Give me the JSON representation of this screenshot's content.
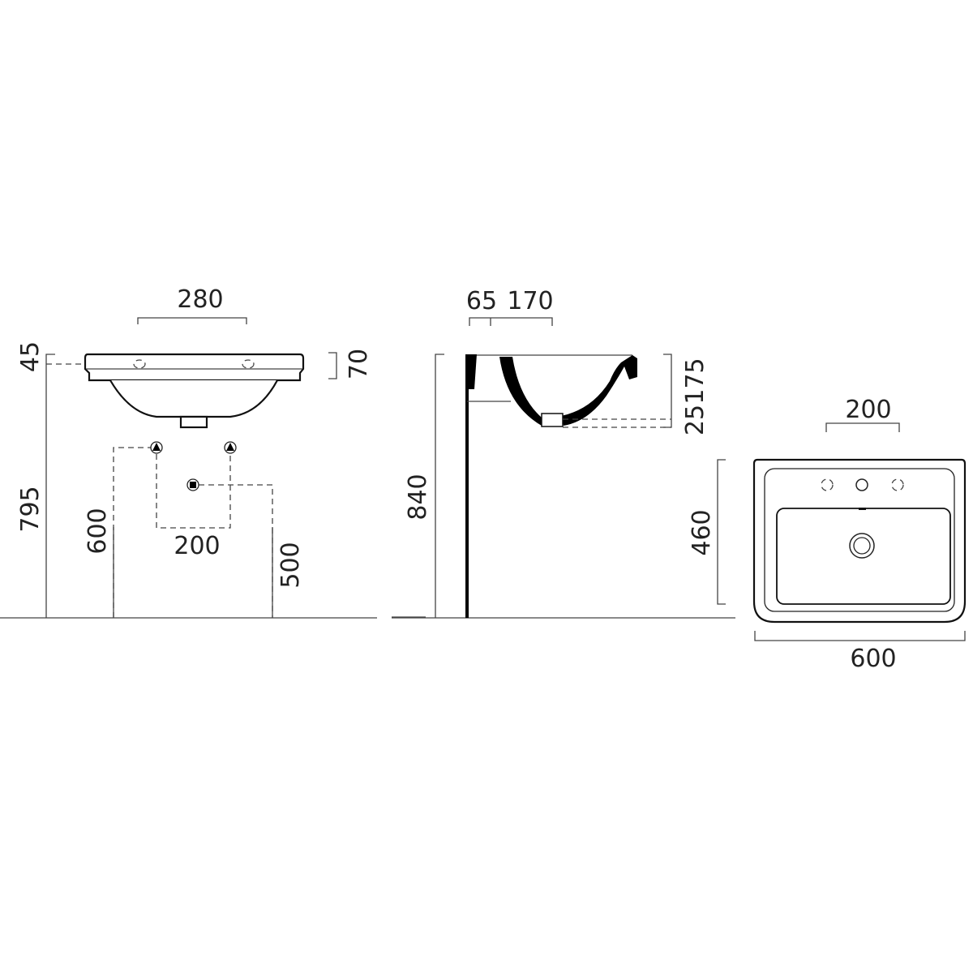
{
  "front_view": {
    "dims": {
      "tap_spacing": "280",
      "tap_height": "45",
      "rim_depth": "70",
      "total_height": "795",
      "supply_height": "600",
      "supply_spacing": "200",
      "waste_height": "500"
    }
  },
  "side_view": {
    "dims": {
      "wall_offset": "65",
      "tap_offset": "170",
      "rim_height": "840",
      "waste_depth": "25",
      "bowl_depth": "175"
    }
  },
  "top_view": {
    "dims": {
      "tap_spacing": "200",
      "depth": "460",
      "width": "600"
    }
  }
}
